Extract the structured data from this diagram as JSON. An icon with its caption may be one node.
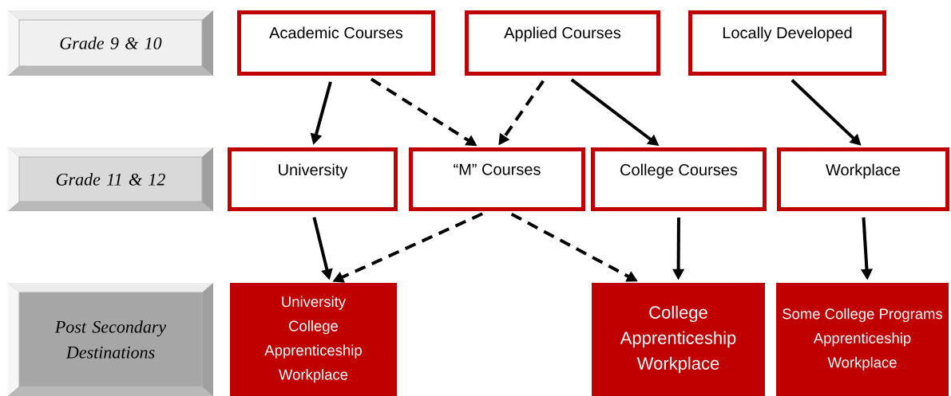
{
  "diagram": {
    "nodes": [
      {
        "text": [
          "Grade 9 & 10"
        ]
      },
      {
        "text": [
          "Academic Courses"
        ]
      },
      {
        "text": [
          "Applied Courses"
        ]
      },
      {
        "text": [
          "Locally Developed"
        ]
      },
      {
        "text": [
          "Grade 11 & 12"
        ]
      },
      {
        "text": [
          "University"
        ]
      },
      {
        "text": [
          "“M” Courses"
        ]
      },
      {
        "text": [
          "College Courses"
        ]
      },
      {
        "text": [
          "Workplace"
        ]
      },
      {
        "text": [
          "Post Secondary Destinations"
        ]
      },
      {
        "text": [
          "University",
          "College",
          "Apprenticeship",
          "Workplace"
        ]
      },
      {
        "text": [
          "College",
          "Apprenticeship",
          "Workplace"
        ]
      },
      {
        "text": [
          "Some College Programs",
          "Apprenticeship",
          "Workplace"
        ]
      }
    ],
    "edges": [
      {
        "from": 1,
        "to": 5,
        "arrow": "to"
      },
      {
        "from": 1,
        "to": 6,
        "arrow": "to",
        "style": "dashed"
      },
      {
        "from": 2,
        "to": 6,
        "arrow": "to",
        "style": "dashed"
      },
      {
        "from": 2,
        "to": 7,
        "arrow": "to"
      },
      {
        "from": 3,
        "to": 8,
        "arrow": "to"
      },
      {
        "from": 5,
        "to": 10,
        "arrow": "to"
      },
      {
        "from": 6,
        "to": 10,
        "arrow": "to",
        "style": "dashed"
      },
      {
        "from": 6,
        "to": 11,
        "arrow": "to",
        "style": "dashed"
      },
      {
        "from": 7,
        "to": 11,
        "arrow": "to"
      },
      {
        "from": 8,
        "to": 12,
        "arrow": "to"
      }
    ]
  }
}
